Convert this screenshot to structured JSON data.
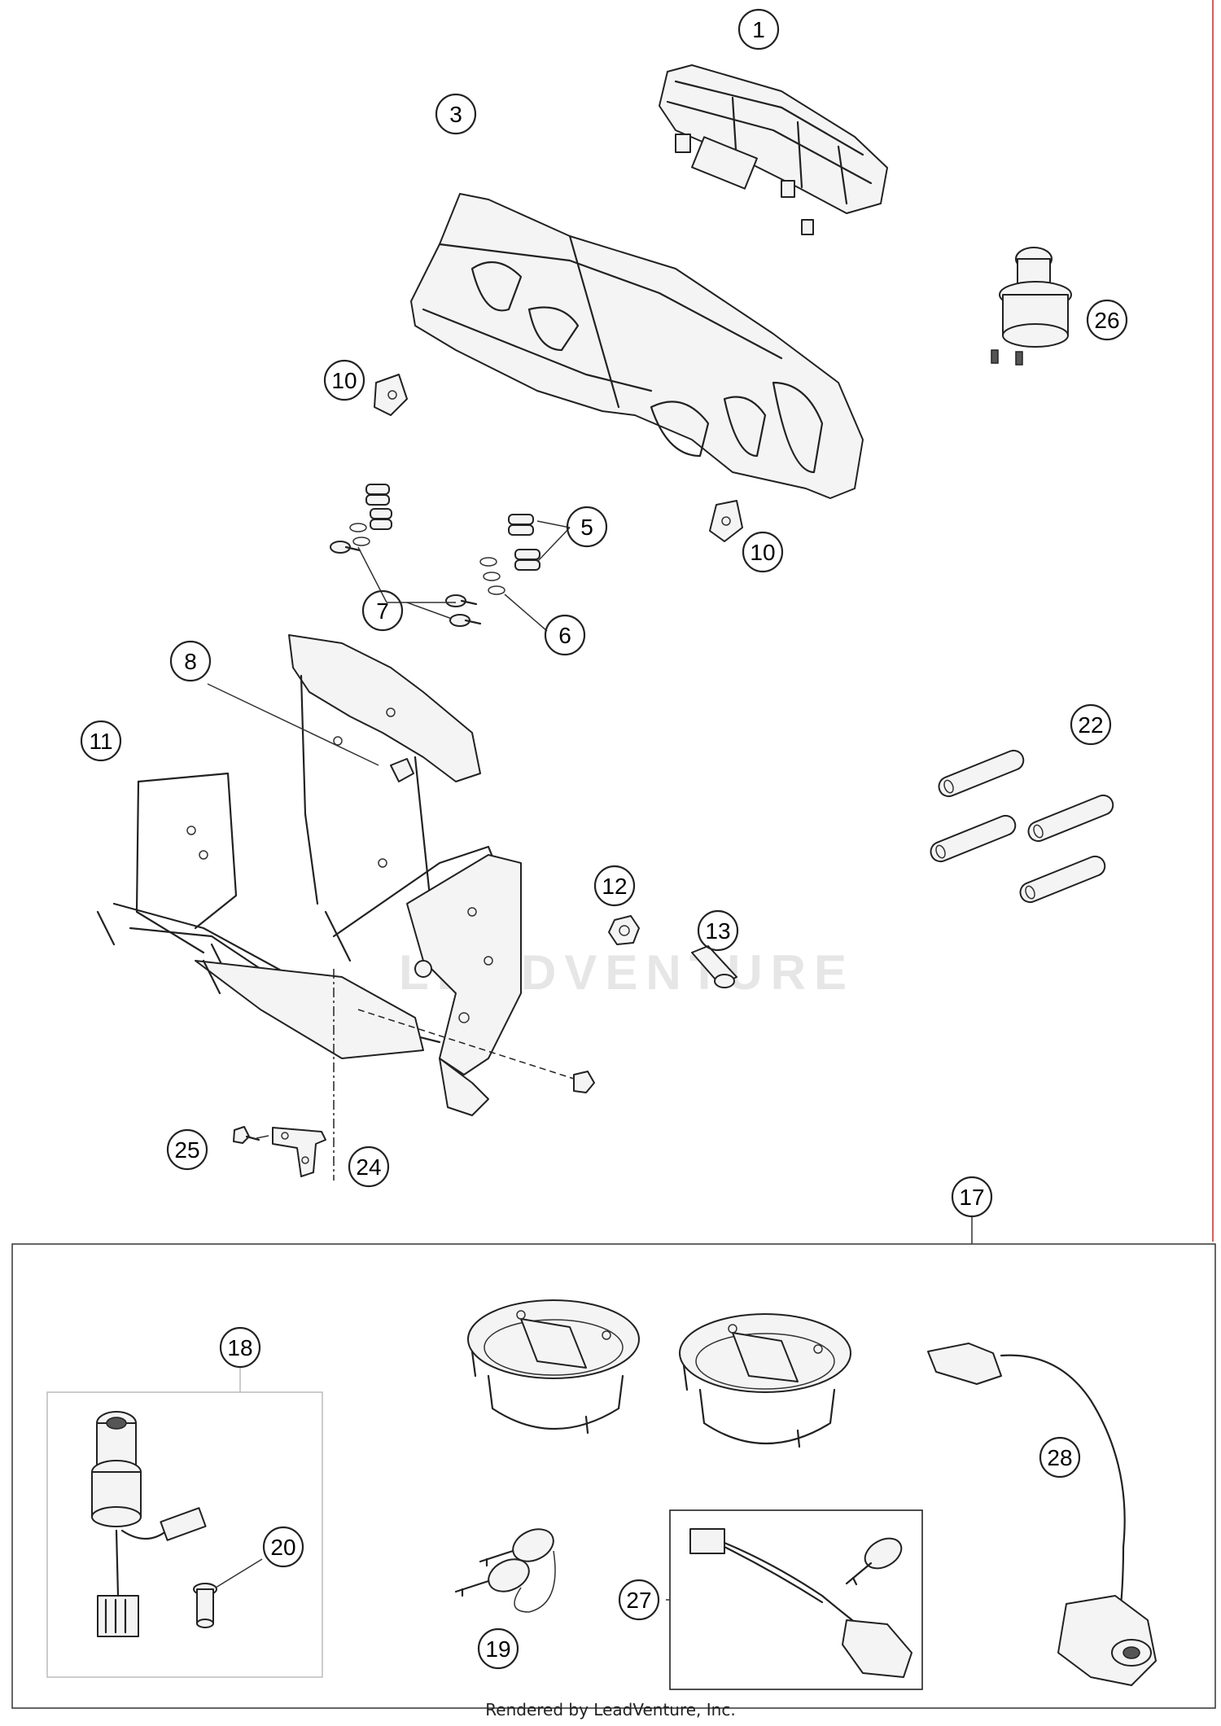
{
  "diagram": {
    "watermark": "LEADVENTURE",
    "footer": "Rendered by LeadVenture, Inc.",
    "callouts": [
      {
        "id": "c1",
        "label": "1"
      },
      {
        "id": "c3",
        "label": "3"
      },
      {
        "id": "c26",
        "label": "26"
      },
      {
        "id": "c10a",
        "label": "10"
      },
      {
        "id": "c10b",
        "label": "10"
      },
      {
        "id": "c5",
        "label": "5"
      },
      {
        "id": "c7",
        "label": "7"
      },
      {
        "id": "c6",
        "label": "6"
      },
      {
        "id": "c8",
        "label": "8"
      },
      {
        "id": "c11",
        "label": "11"
      },
      {
        "id": "c22",
        "label": "22"
      },
      {
        "id": "c12",
        "label": "12"
      },
      {
        "id": "c13",
        "label": "13"
      },
      {
        "id": "c25",
        "label": "25"
      },
      {
        "id": "c24",
        "label": "24"
      },
      {
        "id": "c17",
        "label": "17"
      },
      {
        "id": "c18",
        "label": "18"
      },
      {
        "id": "c20",
        "label": "20"
      },
      {
        "id": "c28",
        "label": "28"
      },
      {
        "id": "c19",
        "label": "19"
      },
      {
        "id": "c27",
        "label": "27"
      }
    ]
  }
}
